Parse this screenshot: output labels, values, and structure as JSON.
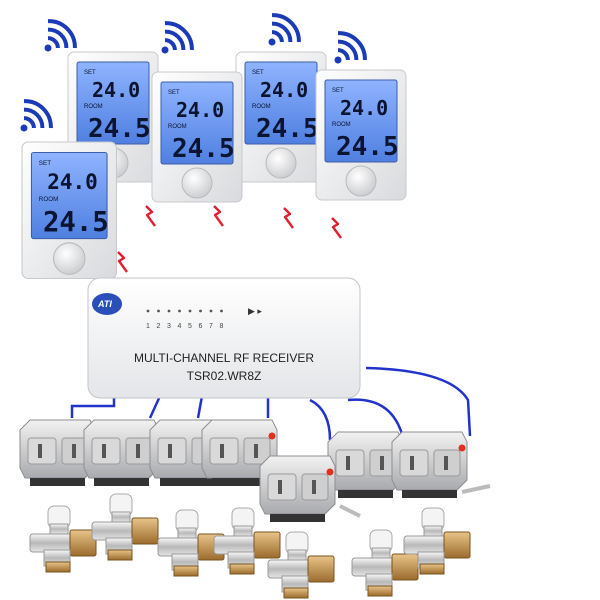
{
  "thermostat": {
    "set_label": "SET",
    "set_value": "24.0",
    "room_label": "ROOM",
    "room_value": "24.5",
    "count": 5
  },
  "receiver": {
    "logo": "ATI",
    "title": "MULTI-CHANNEL RF RECEIVER",
    "model": "TSR02.WR8Z",
    "channels": [
      "1",
      "2",
      "3",
      "4",
      "5",
      "6",
      "7",
      "8"
    ]
  },
  "colors": {
    "rf_signal": "#e02030",
    "wire": "#2233cc",
    "wifi": "#1a3ab8",
    "lcd": "#6f9cf0",
    "actuator_tip": "#e03020"
  },
  "icons": [
    "wifi-icon",
    "lightning-icon",
    "actuator-icon",
    "valve-icon"
  ]
}
